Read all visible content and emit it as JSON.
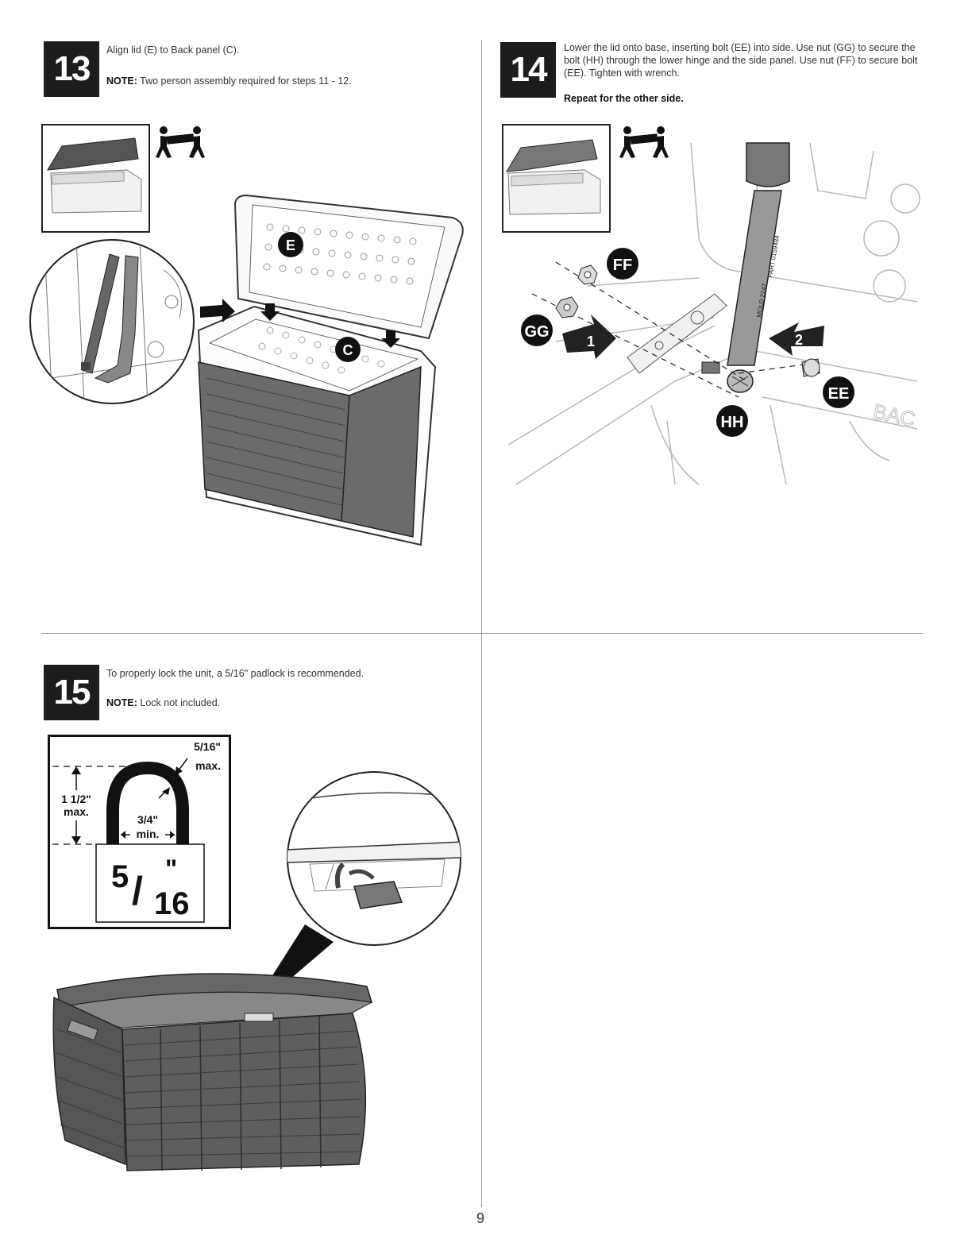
{
  "steps": {
    "s13": {
      "number": "13",
      "instruction": "Align lid (E) to Back panel (C).",
      "note_label": "NOTE:",
      "note_text": " Two person assembly required for steps 11 - 12.",
      "callouts": {
        "lid": "E",
        "back": "C"
      }
    },
    "s14": {
      "number": "14",
      "instruction": "Lower the lid onto base, inserting bolt (EE) into side. Use nut (GG) to secure the bolt (HH) through the lower hinge and the side panel. Use nut (FF) to secure bolt (EE). Tighten with wrench.",
      "repeat": "Repeat for the other side.",
      "callouts": {
        "ff": "FF",
        "gg": "GG",
        "ee": "EE",
        "hh": "HH"
      },
      "arrow1": "1",
      "arrow2": "2",
      "strut_text1": "MOLD 2247",
      "strut_text2": "PART 0159484",
      "back_text": "BAC"
    },
    "s15": {
      "number": "15",
      "instruction": "To properly lock the unit, a 5/16\" padlock is recommended.",
      "note_label": "NOTE:",
      "note_text": " Lock not included.",
      "dims": {
        "shackle_dia": "5/16\"",
        "shackle_dia_max": "max.",
        "height": "1 1/2\"",
        "height_max": "max.",
        "width": "3/4\"",
        "width_min": "min."
      },
      "lock_label_num": "5",
      "lock_label_den": "16",
      "lock_label_inch": "\""
    }
  },
  "page_number": "9",
  "icons": [
    "two-person-icon",
    "arrow-icon",
    "padlock-icon"
  ]
}
